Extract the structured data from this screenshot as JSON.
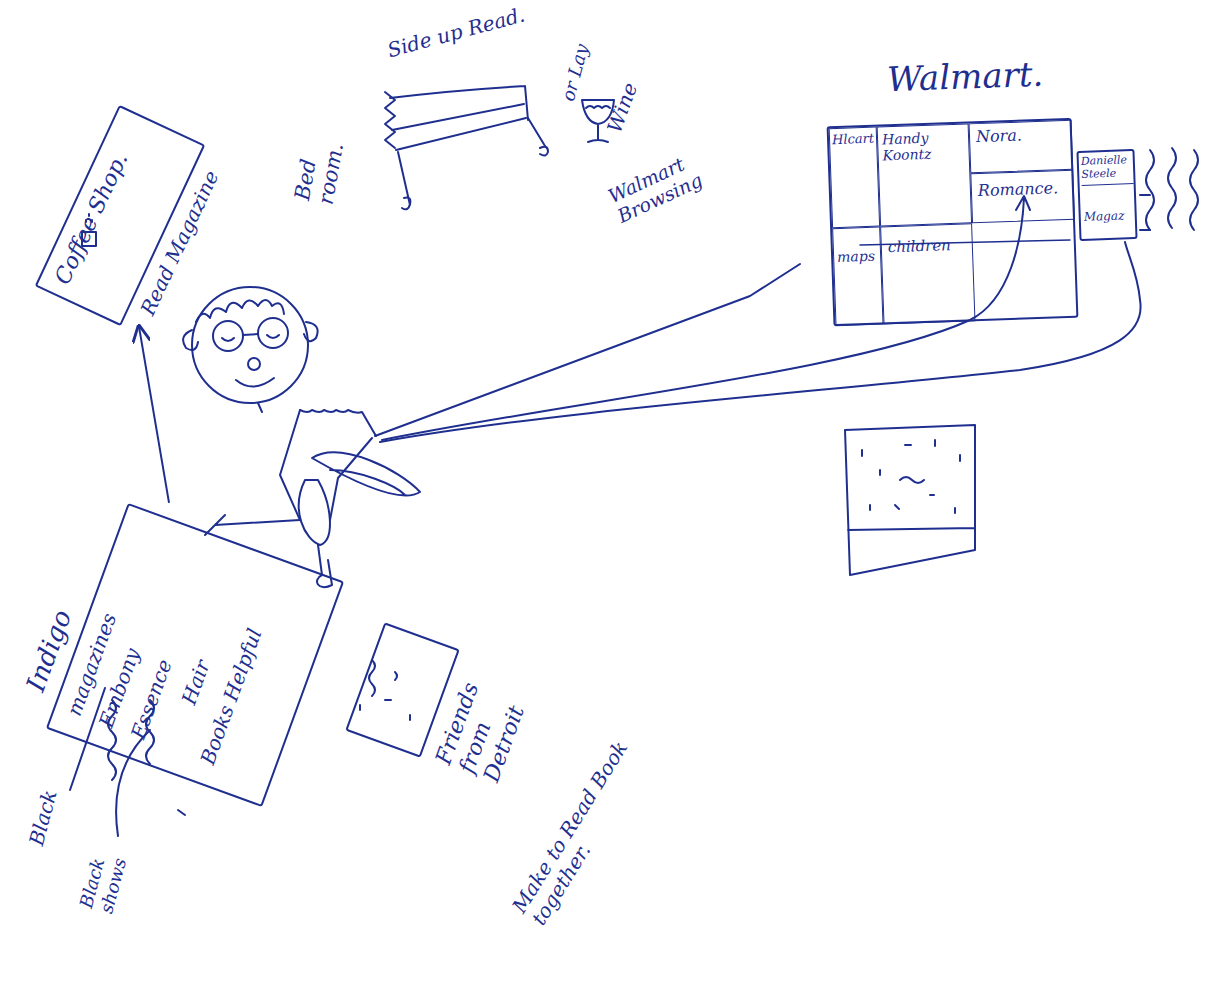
{
  "diagram": {
    "nodes": [
      {
        "text": [
          "Coffee Shop.",
          "Read Magazine"
        ]
      },
      {
        "text": [
          "Walmart."
        ]
      },
      {
        "text": [
          "Hlcart"
        ],
        "in": 1
      },
      {
        "text": [
          "Handy Koontz"
        ],
        "in": 1
      },
      {
        "text": [
          "Nora."
        ],
        "in": 1
      },
      {
        "text": [
          "Romance."
        ],
        "in": 1
      },
      {
        "text": [
          "maps"
        ],
        "in": 1
      },
      {
        "text": [
          "children"
        ],
        "in": 1
      },
      {
        "text": [
          "Danielle Steele",
          "Magaz"
        ]
      },
      {
        "text": [
          "Indigo",
          "magazines",
          "Embony",
          "Essence",
          "Hair",
          "Books Helpful"
        ]
      },
      {
        "text": [
          "Friends from Detroit"
        ]
      }
    ],
    "edges": [
      {
        "from": 9,
        "to": 0,
        "arrow": "to"
      }
    ],
    "labels": [
      "Side up Read.",
      "or Lay",
      "Wine",
      "Bed room.",
      "Walmart Browsing",
      "Black",
      "Black shows",
      "Make to Read Book together."
    ]
  }
}
